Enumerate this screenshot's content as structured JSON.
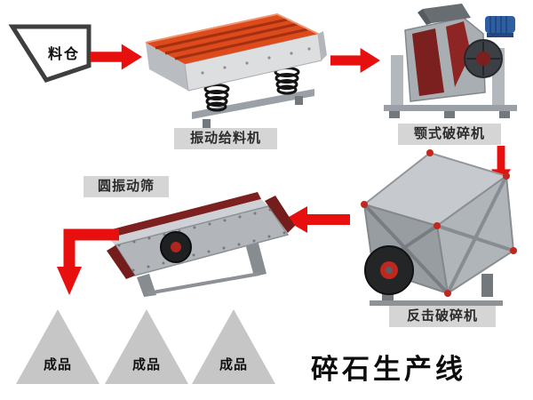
{
  "title": "碎石生产线",
  "nodes": {
    "silo": "料仓",
    "feeder": "振动给料机",
    "jaw_crusher": "颚式破碎机",
    "impact_crusher": "反击破碎机",
    "screen": "圆振动筛",
    "products": [
      "成品",
      "成品",
      "成品"
    ]
  },
  "colors": {
    "arrow_red": "#e8100e",
    "label_background": "#d5d5d5",
    "triangle_gray": "#c6c6c6",
    "feeder_orange": "#dd4a1c",
    "machine_maroon": "#7c1f1f",
    "motor_blue": "#2e5fa3",
    "title_black": "#0d0d0d"
  }
}
